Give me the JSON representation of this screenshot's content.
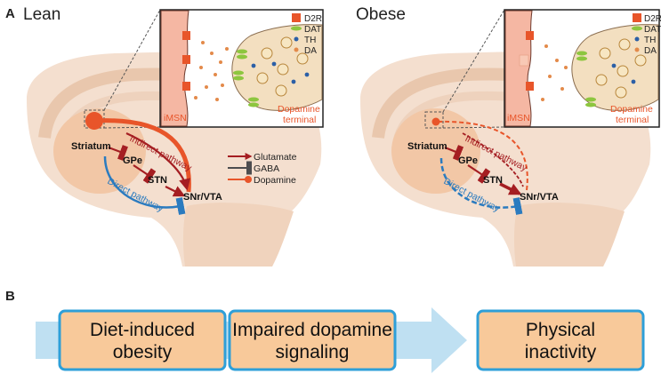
{
  "panel_a": {
    "label": "A",
    "lean": {
      "title": "Lean",
      "regions": {
        "striatum": "Striatum",
        "gpe": "GPe",
        "stn": "STN",
        "snr_vta": "SNr/VTA"
      },
      "pathways": {
        "indirect": "Indirect pathway",
        "direct": "Direct pathway"
      },
      "inset": {
        "msn_label": "iMSN",
        "terminal_label_1": "Dopamine",
        "terminal_label_2": "terminal",
        "legend": [
          "D2R",
          "DAT",
          "TH",
          "DA"
        ]
      }
    },
    "obese": {
      "title": "Obese",
      "regions": {
        "striatum": "Striatum",
        "gpe": "GPe",
        "stn": "STN",
        "snr_vta": "SNr/VTA"
      },
      "pathways": {
        "indirect": "Indirect pathway",
        "direct": "Direct pathway"
      },
      "inset": {
        "msn_label": "iMSN",
        "terminal_label_1": "Dopamine",
        "terminal_label_2": "terminal",
        "legend": [
          "D2R",
          "DAT",
          "TH",
          "DA"
        ]
      }
    },
    "pathway_legend": [
      {
        "label": "Glutamate",
        "color": "#a51e22"
      },
      {
        "label": "GABA",
        "color": "#4d4d4f"
      },
      {
        "label": "Dopamine",
        "color": "#e8552a"
      }
    ]
  },
  "panel_b": {
    "label": "B",
    "boxes": [
      {
        "line1": "Diet-induced",
        "line2": "obesity"
      },
      {
        "line1": "Impaired dopamine",
        "line2": "signaling"
      },
      {
        "line1": "Physical",
        "line2": "inactivity"
      }
    ]
  },
  "colors": {
    "brain_fill": "#f4dfcf",
    "striatum_fill": "#f2c7a6",
    "glutamate": "#a51e22",
    "gaba": "#4d4d4f",
    "dopamine": "#e8552a",
    "direct_pathway": "#2b7bbf",
    "box_fill": "#f8c99a",
    "box_border": "#2e9fd8",
    "flow_arrow": "#bfe0f2"
  }
}
